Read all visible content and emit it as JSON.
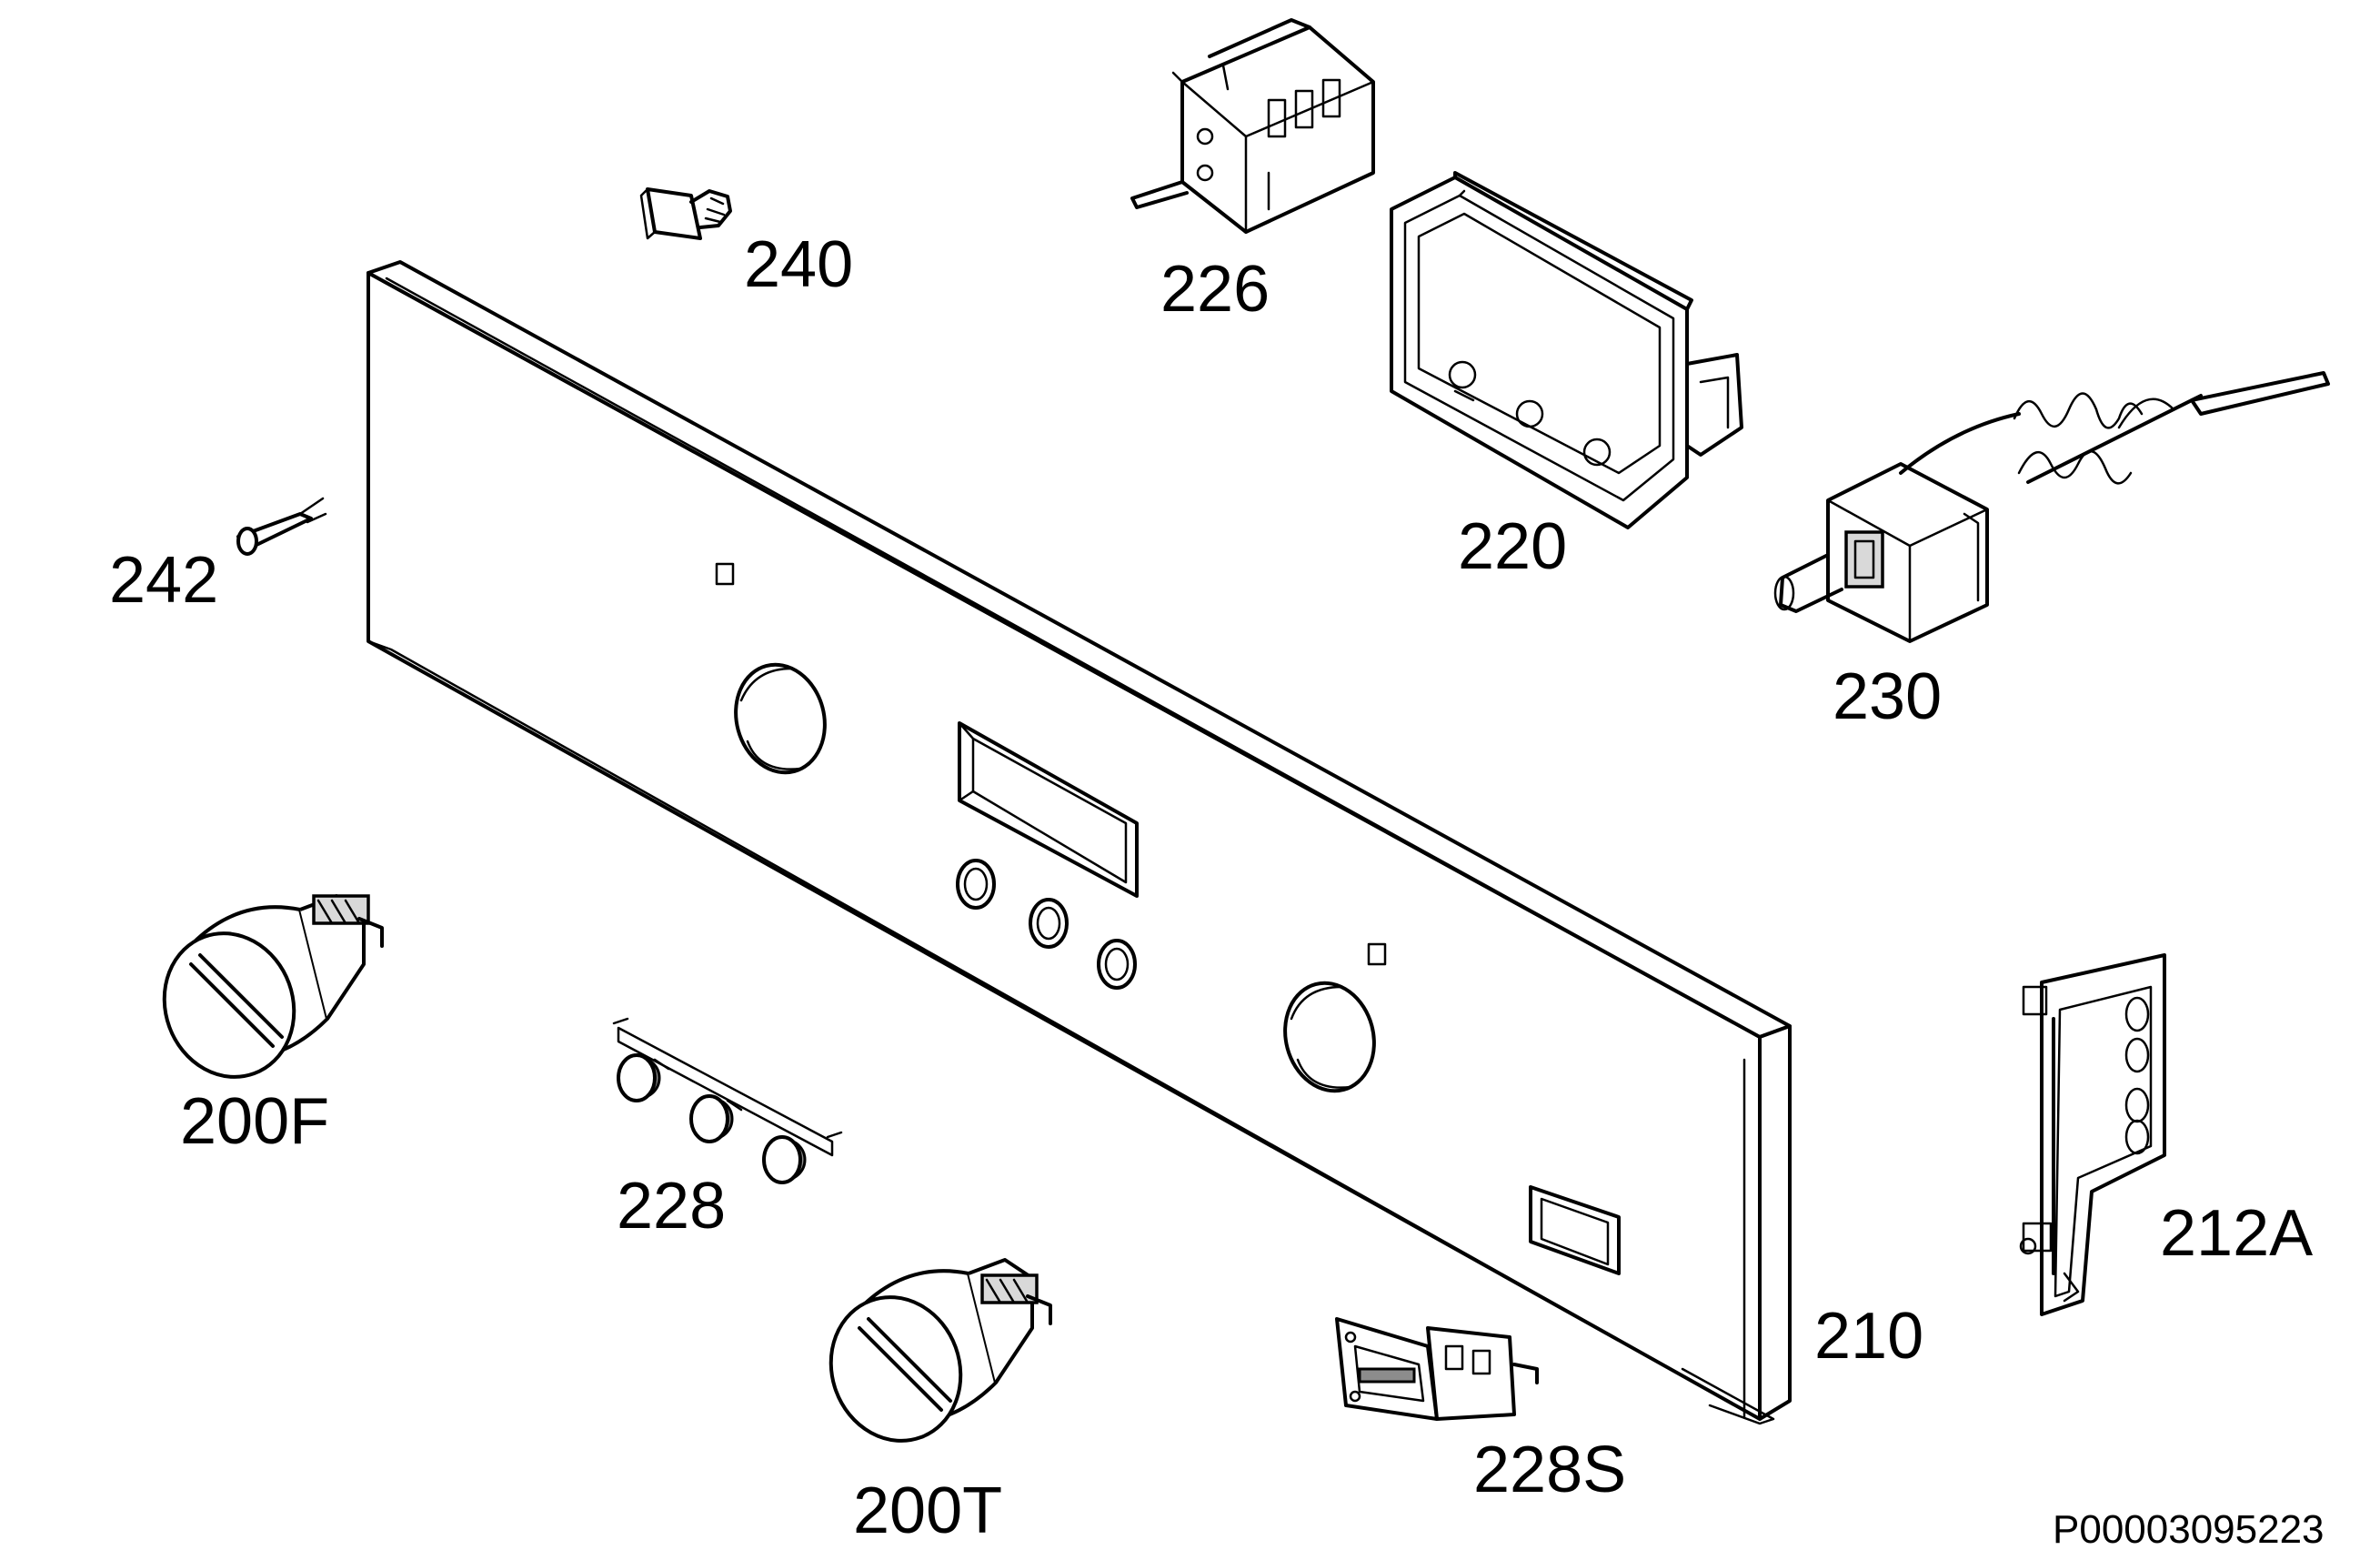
{
  "diagram": {
    "labels": {
      "p240": "240",
      "p226": "226",
      "p220": "220",
      "p230": "230",
      "p242": "242",
      "p200F": "200F",
      "p228": "228",
      "p200T": "200T",
      "p228S": "228S",
      "p210": "210",
      "p212A": "212A"
    },
    "reference_code": "P00003095223"
  }
}
